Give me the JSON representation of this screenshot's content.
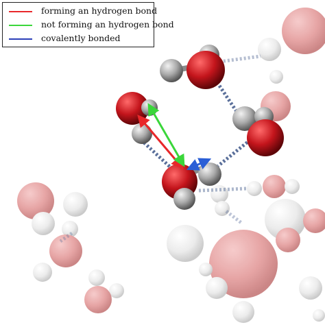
{
  "legend": {
    "items": [
      {
        "label": "forming an hydrogen bond",
        "color": "#e8272a"
      },
      {
        "label": "not forming an hydrogen bond",
        "color": "#3ad63a"
      },
      {
        "label": "covalently bonded",
        "color": "#2b3fb8"
      }
    ]
  },
  "colors": {
    "oxygen_focus": "#c4151c",
    "hydrogen_focus": "#a9a9a9",
    "oxygen_faded": "#e5a0a0",
    "hydrogen_faded": "#e6e6e6",
    "hbond_dash": "#5a6f9a",
    "arrow_red": "#e8272a",
    "arrow_green": "#3ad63a",
    "arrow_blue": "#2b5fd6"
  }
}
